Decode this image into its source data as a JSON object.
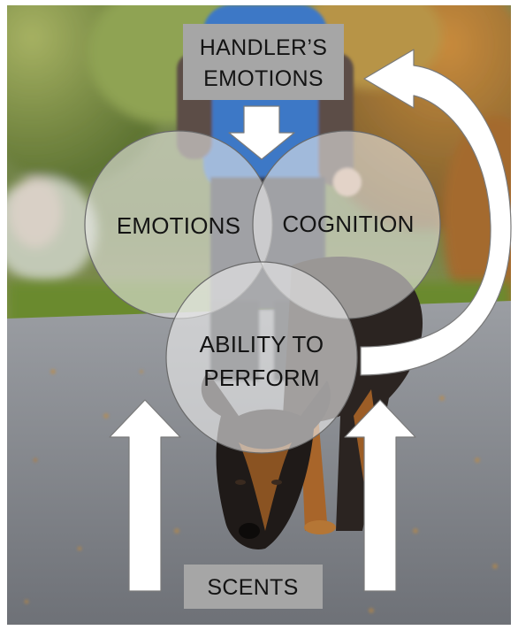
{
  "diagram": {
    "nodes": {
      "handler_emotions": {
        "line1": "HANDLER’S",
        "line2": "EMOTIONS"
      },
      "emotions": {
        "label": "EMOTIONS"
      },
      "cognition": {
        "label": "COGNITION"
      },
      "ability": {
        "line1": "ABILITY TO",
        "line2": "PERFORM"
      },
      "scents": {
        "label": "SCENTS"
      }
    },
    "edges": [
      {
        "from": "handler_emotions",
        "to": "emotions_cognition_overlap"
      },
      {
        "from": "ability",
        "to": "handler_emotions",
        "shape": "curved"
      },
      {
        "from": "scents",
        "to": "ability"
      },
      {
        "from": "scents",
        "to": "ability"
      }
    ]
  },
  "colors": {
    "box_fill": "#a6a6a6",
    "circle_fill": "#ebebeb",
    "arrow_fill": "#ffffff",
    "arrow_stroke": "#7a7a7a",
    "text": "#141414"
  },
  "background_image": {
    "subject": "german-shepherd-dog-sniffing-on-path-with-handler"
  }
}
